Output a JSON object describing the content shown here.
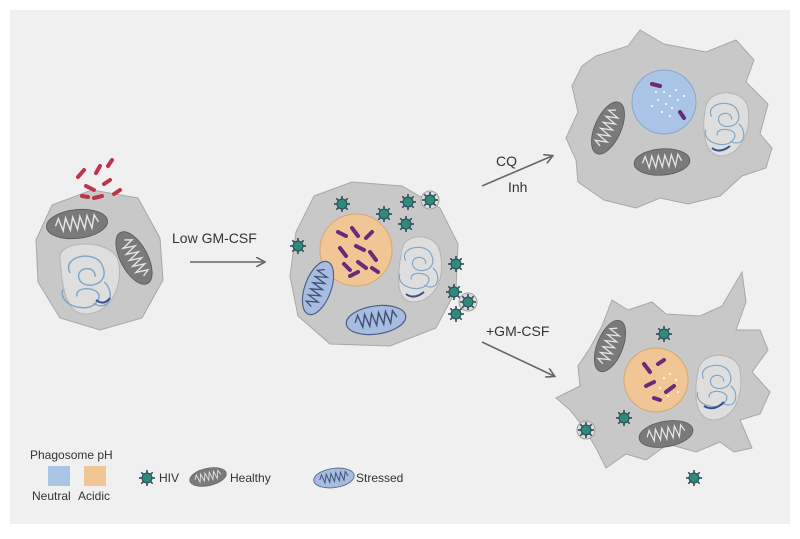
{
  "colors": {
    "background": "#f0f0f0",
    "cell": "#c8c8c8",
    "cell_outline": "#a8a8a8",
    "bacteria": "#c0344a",
    "purple_bacteria": "#6a2a7a",
    "phagosome_neutral": "#a9c4e4",
    "phagosome_acidic": "#f0c694",
    "mito_healthy": "#7a7a7a",
    "mito_stressed": "#a7bde0",
    "hiv_core": "#2f8a7a",
    "hiv_spikes": "#2b4a5a",
    "arrow": "#666666"
  },
  "arrows": {
    "low_gmcsf": "Low GM-CSF",
    "cq": "CQ",
    "inh": "Inh",
    "plus_gmcsf": "+GM-CSF"
  },
  "legend": {
    "phagosome_title": "Phagosome pH",
    "neutral": "Neutral",
    "acidic": "Acidic",
    "hiv": "HIV",
    "healthy": "Healthy",
    "stressed": "Stressed"
  },
  "icons": [
    "bacteria-icon",
    "hiv-icon",
    "mitochondrion-icon",
    "phagosome-icon",
    "macrophage-icon"
  ]
}
